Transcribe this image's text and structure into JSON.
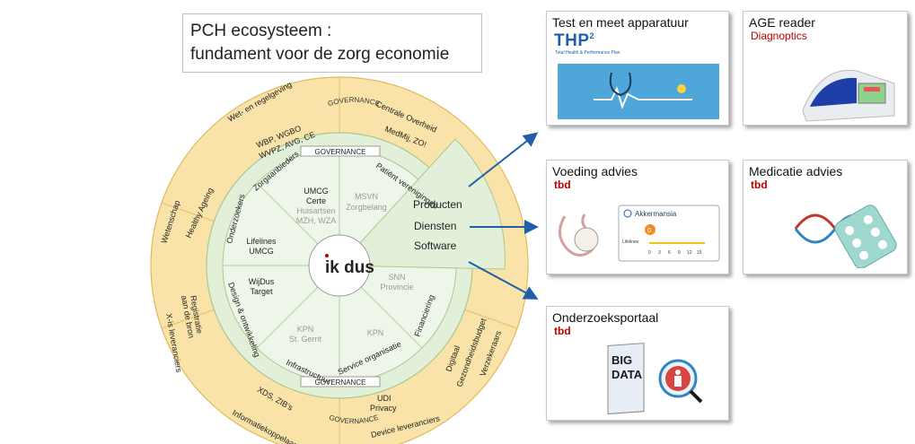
{
  "title": {
    "line1": "PCH ecosysteem :",
    "line2": "fundament voor de zorg economie"
  },
  "center_logo": "ik dus",
  "outer_ring": {
    "wet_regelgeving": "Wet- en regelgeving",
    "centrale_overheid": "Centrale Overheid",
    "wbp_line1": "WBP, WGBO",
    "wbp_line2": "WVPZ, AVG, CE",
    "medmij": "MedMij, ZO!",
    "wetenschap": "Wetenschap",
    "healthy_ageing": "Healthy Ageing",
    "xis_leveranciers": "X-is leveranciers",
    "registratie_line1": "Registratie",
    "registratie_line2": "aan de bron",
    "digitaal_line1": "Digitaal",
    "digitaal_line2": "Gezondheidsbudget",
    "verzekeraars": "Verzekeraars",
    "xds": "XDS, ZIB's",
    "udi_line1": "UDI",
    "udi_line2": "Privacy",
    "informatiekoppelaar": "Informatiekoppelaar",
    "device_leveranciers": "Device leveranciers"
  },
  "inner_ring": {
    "governance_top": "GOVERNANCE",
    "governance_bottom": "GOVERNANCE",
    "zorgaanbieders": "Zorgaanbieders",
    "patient_verenigingen": "Patiënt verenigingen",
    "onderzoekers": "Onderzoekers",
    "design": "Design & ontwikkeling",
    "infrastructuur": "Infrastructuur",
    "service_organisatie": "Service organisatie",
    "financiering": "Financiering"
  },
  "segments": {
    "umcg": "UMCG",
    "certe": "Certe",
    "huisartsen": "Huisartsen",
    "mzh": "MZH, WZA",
    "msvn": "MSVN",
    "zorgbelang": "Zorgbelang",
    "lifelines": "Lifelines",
    "lifelines_umcg": "UMCG",
    "wijdus": "WijDus",
    "target": "Target",
    "kpn_left": "KPN",
    "st_gerrit": "St. Gerrit",
    "kpn_right": "KPN",
    "snn": "SNN",
    "provincie": "Provincie"
  },
  "wedge": {
    "line1": "Producten",
    "line2": "Diensten",
    "line3": "Software"
  },
  "cards": {
    "test": {
      "title": "Test en meet apparatuur",
      "logo": "THP",
      "logo_sup": "2",
      "logo_sub": "Total Health & Performance Plan"
    },
    "age": {
      "title": "AGE reader",
      "subtitle": "Diagnoptics"
    },
    "voeding": {
      "title": "Voeding advies",
      "subtitle": "tbd",
      "chart_title": "Akkermansia",
      "chart_marker": "0",
      "chart_row": "Lifelines",
      "chart_ticks": [
        "0",
        "3",
        "6",
        "9",
        "12",
        "15"
      ]
    },
    "medicatie": {
      "title": "Medicatie advies",
      "subtitle": "tbd"
    },
    "onderzoek": {
      "title": "Onderzoeksportaal",
      "subtitle": "tbd",
      "book_line1": "BIG",
      "book_line2": "DATA"
    }
  },
  "colors": {
    "outer_ring": "#f9e3a8",
    "inner_ring": "#e2efd9",
    "center": "#ffffff",
    "wedge": "#e2efd9",
    "arrow": "#1f5fa8",
    "accent_red": "#c00000"
  }
}
